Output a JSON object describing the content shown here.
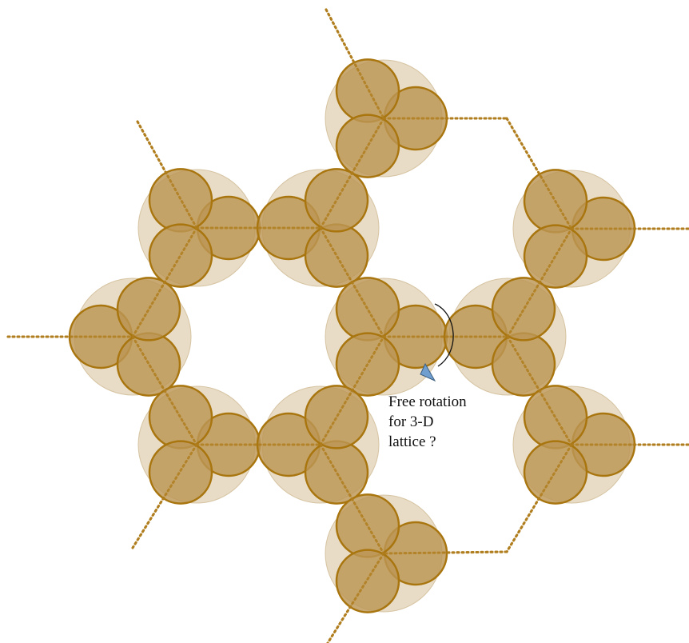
{
  "annotation": {
    "lines": [
      "Free rotation",
      "for 3-D",
      "lattice ?"
    ]
  },
  "colors": {
    "halo_fill": "#e8dcc6",
    "halo_stroke": "#d6c4a2",
    "lobe_fill": "#bc9654",
    "lobe_stroke": "#a8750e",
    "bond": "#b07e1e",
    "arrow_fill": "#6f9ecf",
    "arrow_stroke": "#3d5f80",
    "arc_stroke": "#111111"
  },
  "icons": [
    "rotation-arrow-icon"
  ]
}
